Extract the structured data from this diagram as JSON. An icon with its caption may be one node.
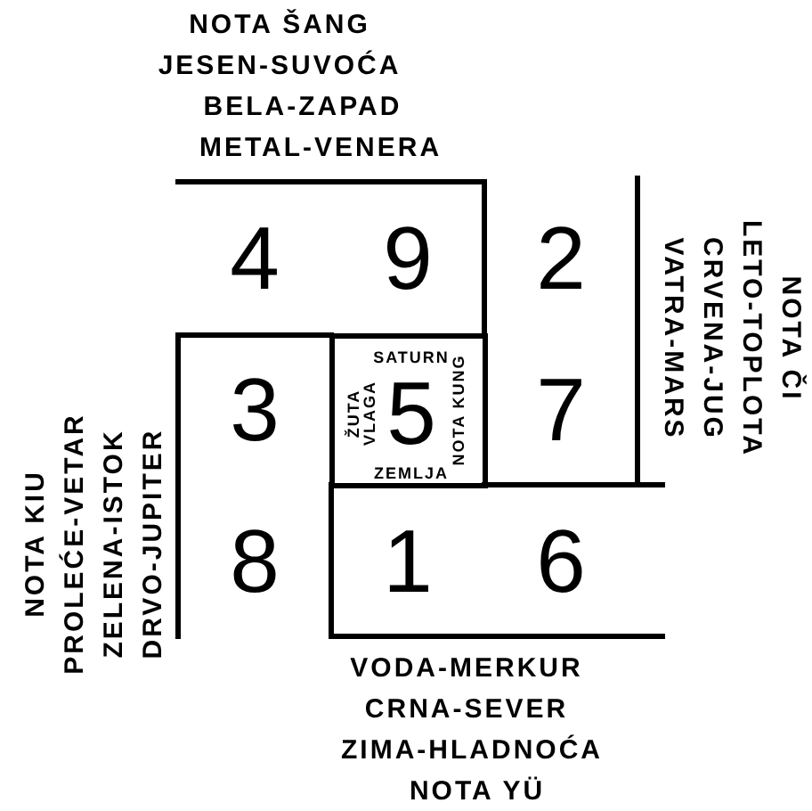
{
  "diagram": {
    "nodes": [
      {
        "text": [
          "4"
        ]
      },
      {
        "text": [
          "9"
        ]
      },
      {
        "text": [
          "2"
        ]
      },
      {
        "text": [
          "3"
        ]
      },
      {
        "text": [
          "SATURN",
          "ŽUTA VLAGA",
          "5",
          "NOTA KUNG",
          "ZEMLJA"
        ]
      },
      {
        "text": [
          "7"
        ]
      },
      {
        "text": [
          "8"
        ]
      },
      {
        "text": [
          "1"
        ]
      },
      {
        "text": [
          "6"
        ]
      }
    ],
    "labels": [
      "NOTA ŠANG",
      "JESEN-SUVOĆA",
      "BELA-ZAPAD",
      "METAL-VENERA",
      "NOTA KIU",
      "PROLEĆE-VETAR",
      "ZELENA-ISTOK",
      "DRVO-JUPITER",
      "VATRA-MARS",
      "CRVENA-JUG",
      "LETO-TOPLOTA",
      "NOTA ČI",
      "VODA-MERKUR",
      "CRNA-SEVER",
      "ZIMA-HLADNOĆA",
      "NOTA YÜ"
    ]
  }
}
